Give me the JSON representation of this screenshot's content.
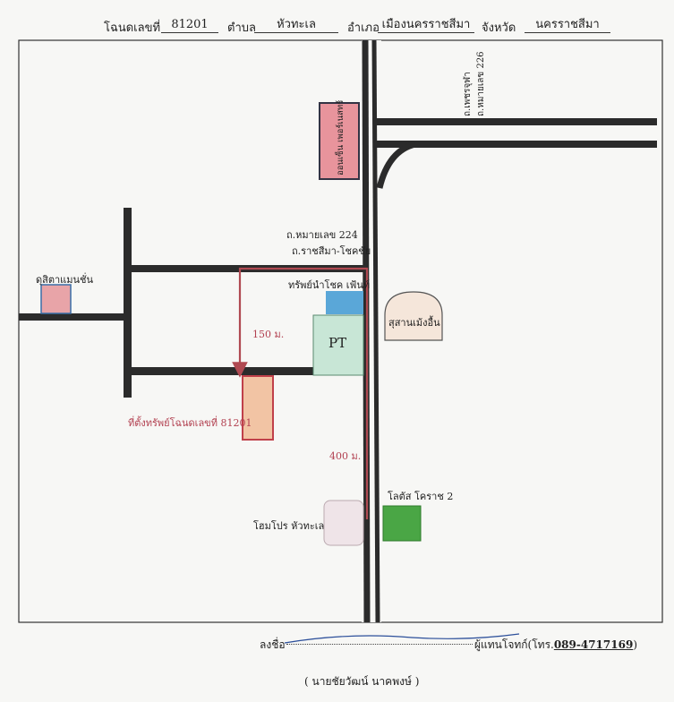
{
  "header": {
    "deed_label": "โฉนดเลขที่",
    "deed_no": "81201",
    "subdistrict_label": "ตำบล",
    "subdistrict": "หัวทะเล",
    "district_label": "อำเภอ",
    "district": "เมืองนครราชสีมา",
    "province_label": "จังหวัด",
    "province": "นครราชสีมา"
  },
  "map": {
    "road_hwy226_a": "ถ.เพชรจุฬา",
    "road_hwy226_b": "ถ.หมายเลข 226",
    "fortune_town": "ออนเซ็น เพอร์เนสทร์",
    "road_hwy224_a": "ถ.หมายเลข 224",
    "road_hwy224_b": "ถ.ราชสีมา-โชคชัย",
    "dusit_mansion": "ดุสิตาแมนชั่น",
    "sap_nam_chok": "ทรัพย์นำโชค เฟ้นท์",
    "pt_station": "PT",
    "cemetery": "สุสานเม้งอื้น",
    "dist_150": "150 ม.",
    "property": "ที่ตั้งทรัพย์โฉนดเลขที่ 81201",
    "dist_400": "400 ม.",
    "lotus": "โลตัส โคราช 2",
    "homepro": "โฮมโปร หัวทะเล"
  },
  "footer": {
    "sign_label": "ลงชื่อ",
    "agent_label": "ผู้แทนโจทก์(โทร.",
    "phone": "089-4717169",
    "close_paren": ")",
    "signer_name": "( นายชัยวัฒน์ นาคพงษ์ )"
  },
  "colors": {
    "road": "#2b2b2b",
    "route_arrow": "#b04a52",
    "fortune_town_fill": "#e8949c",
    "dusit_fill": "#e8a4a8",
    "sap_nam_chok_fill": "#5aa7d8",
    "pt_fill": "#c8e6d6",
    "property_fill": "#f2c4a4",
    "property_border": "#c0404a",
    "cemetery_fill": "#f5e6da",
    "lotus_fill": "#4aa645",
    "homepro_fill": "#efe4e8",
    "frame": "#333333"
  }
}
